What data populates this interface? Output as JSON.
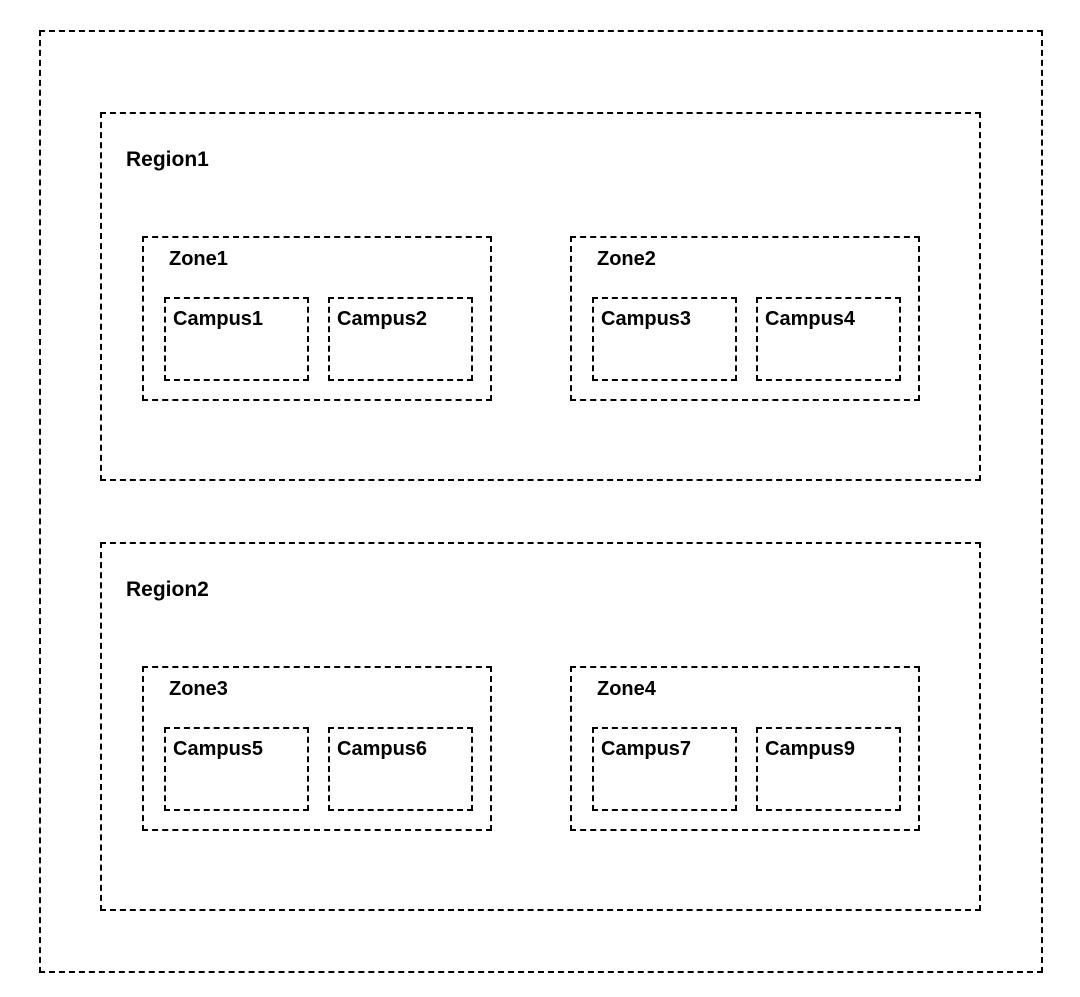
{
  "regions": [
    {
      "label": "Region1",
      "zones": [
        {
          "label": "Zone1",
          "campuses": [
            "Campus1",
            "Campus2"
          ]
        },
        {
          "label": "Zone2",
          "campuses": [
            "Campus3",
            "Campus4"
          ]
        }
      ]
    },
    {
      "label": "Region2",
      "zones": [
        {
          "label": "Zone3",
          "campuses": [
            "Campus5",
            "Campus6"
          ]
        },
        {
          "label": "Zone4",
          "campuses": [
            "Campus7",
            "Campus9"
          ]
        }
      ]
    }
  ]
}
